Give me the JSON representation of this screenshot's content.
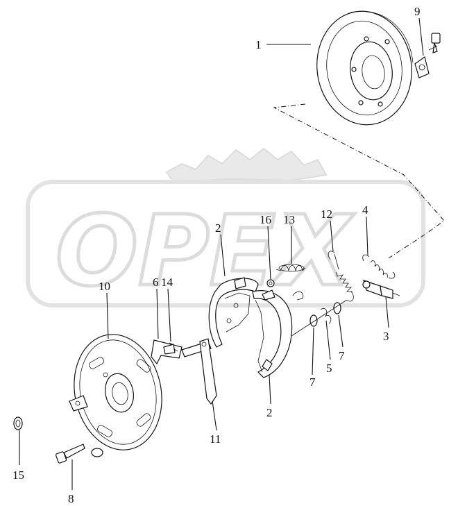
{
  "watermark": {
    "text": "OPEX",
    "color": "#dcdcdc"
  },
  "callouts": [
    {
      "id": "1",
      "text": "1"
    },
    {
      "id": "9",
      "text": "9"
    },
    {
      "id": "2a",
      "text": "2"
    },
    {
      "id": "16",
      "text": "16"
    },
    {
      "id": "13",
      "text": "13"
    },
    {
      "id": "12",
      "text": "12"
    },
    {
      "id": "4",
      "text": "4"
    },
    {
      "id": "10",
      "text": "10"
    },
    {
      "id": "6",
      "text": "6"
    },
    {
      "id": "14",
      "text": "14"
    },
    {
      "id": "3",
      "text": "3"
    },
    {
      "id": "7a",
      "text": "7"
    },
    {
      "id": "5",
      "text": "5"
    },
    {
      "id": "7b",
      "text": "7"
    },
    {
      "id": "2b",
      "text": "2"
    },
    {
      "id": "11",
      "text": "11"
    },
    {
      "id": "15",
      "text": "15"
    },
    {
      "id": "8",
      "text": "8"
    }
  ]
}
